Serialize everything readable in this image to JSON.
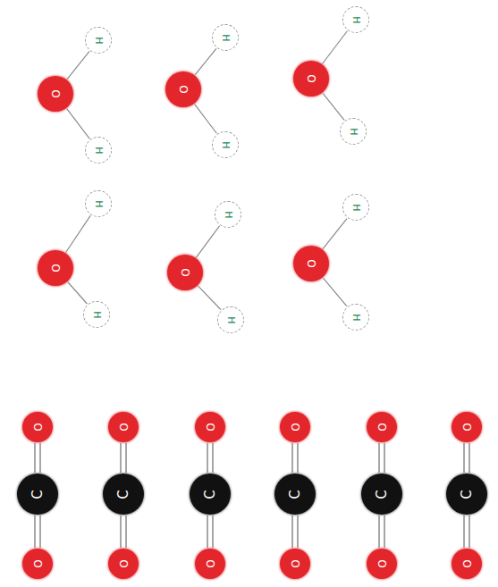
{
  "diagram": {
    "nodes": [
      {
        "text": [
          "O"
        ]
      },
      {
        "text": [
          "H"
        ]
      },
      {
        "text": [
          "H"
        ]
      },
      {
        "text": [
          "O"
        ]
      },
      {
        "text": [
          "H"
        ]
      },
      {
        "text": [
          "H"
        ]
      },
      {
        "text": [
          "O"
        ]
      },
      {
        "text": [
          "H"
        ]
      },
      {
        "text": [
          "H"
        ]
      },
      {
        "text": [
          "O"
        ]
      },
      {
        "text": [
          "H"
        ]
      },
      {
        "text": [
          "H"
        ]
      },
      {
        "text": [
          "O"
        ]
      },
      {
        "text": [
          "H"
        ]
      },
      {
        "text": [
          "H"
        ]
      },
      {
        "text": [
          "O"
        ]
      },
      {
        "text": [
          "H"
        ]
      },
      {
        "text": [
          "H"
        ]
      },
      {
        "text": [
          "O"
        ]
      },
      {
        "text": [
          "C"
        ]
      },
      {
        "text": [
          "O"
        ]
      },
      {
        "text": [
          "O"
        ]
      },
      {
        "text": [
          "C"
        ]
      },
      {
        "text": [
          "O"
        ]
      },
      {
        "text": [
          "O"
        ]
      },
      {
        "text": [
          "C"
        ]
      },
      {
        "text": [
          "O"
        ]
      },
      {
        "text": [
          "O"
        ]
      },
      {
        "text": [
          "C"
        ]
      },
      {
        "text": [
          "O"
        ]
      },
      {
        "text": [
          "O"
        ]
      },
      {
        "text": [
          "C"
        ]
      },
      {
        "text": [
          "O"
        ]
      },
      {
        "text": [
          "O"
        ]
      },
      {
        "text": [
          "C"
        ]
      },
      {
        "text": [
          "O"
        ]
      }
    ],
    "edges": [
      {
        "from": 0,
        "to": 1,
        "arrow": "none"
      },
      {
        "from": 0,
        "to": 2,
        "arrow": "none"
      },
      {
        "from": 3,
        "to": 4,
        "arrow": "none"
      },
      {
        "from": 3,
        "to": 5,
        "arrow": "none"
      },
      {
        "from": 6,
        "to": 7,
        "arrow": "none"
      },
      {
        "from": 6,
        "to": 8,
        "arrow": "none"
      },
      {
        "from": 9,
        "to": 10,
        "arrow": "none"
      },
      {
        "from": 9,
        "to": 11,
        "arrow": "none"
      },
      {
        "from": 12,
        "to": 13,
        "arrow": "none"
      },
      {
        "from": 12,
        "to": 14,
        "arrow": "none"
      },
      {
        "from": 15,
        "to": 16,
        "arrow": "none"
      },
      {
        "from": 15,
        "to": 17,
        "arrow": "none"
      },
      {
        "from": 19,
        "to": 18,
        "arrow": "none"
      },
      {
        "from": 19,
        "to": 20,
        "arrow": "none"
      },
      {
        "from": 22,
        "to": 21,
        "arrow": "none"
      },
      {
        "from": 22,
        "to": 23,
        "arrow": "none"
      },
      {
        "from": 25,
        "to": 24,
        "arrow": "none"
      },
      {
        "from": 25,
        "to": 26,
        "arrow": "none"
      },
      {
        "from": 28,
        "to": 27,
        "arrow": "none"
      },
      {
        "from": 28,
        "to": 29,
        "arrow": "none"
      },
      {
        "from": 31,
        "to": 30,
        "arrow": "none"
      },
      {
        "from": 31,
        "to": 32,
        "arrow": "none"
      },
      {
        "from": 34,
        "to": 33,
        "arrow": "none"
      },
      {
        "from": 34,
        "to": 35,
        "arrow": "none"
      }
    ]
  }
}
